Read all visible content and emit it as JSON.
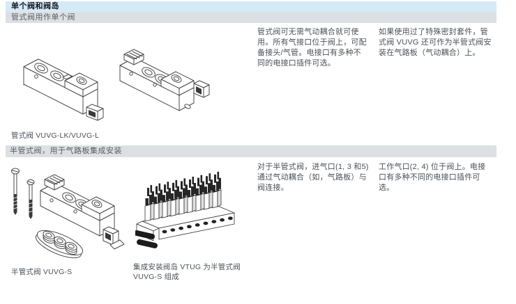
{
  "header": {
    "title": "单个阀和阀岛",
    "subtitle": "管式阀用作单个阀"
  },
  "section1": {
    "col1_lines": [
      "管式阀可无需气动耦合就可使",
      "用。所有气接口位于阀上，可配",
      "备接头/气管。电接口有多种不",
      "同的电接口插件可选。"
    ],
    "col2_lines": [
      "如果使用过了特殊密封套件，管",
      "式阀 VUVG 还可作为半管式阀安",
      "装在气路板（气动耦合）上。"
    ],
    "caption": "管式阀 VUVG-LK/VUVG-L"
  },
  "section2": {
    "header": "半管式阀，用于气路板集成安装",
    "col1_lines": [
      "对于半管式阀，进气口(1, 3 和5)",
      "通过气动耦合（如，气路板）与",
      "阀连接。"
    ],
    "col2_lines": [
      "工作气口(2, 4) 位于阀上。电接",
      "口有多种不同的电接口插件可",
      "选。"
    ],
    "caption_valve": "半管式阀 VUVG-S",
    "caption_manifold_lines": [
      "集成安装阀岛 VTUG 为半管式阀",
      "VUVG-S 组成"
    ]
  },
  "colors": {
    "header_bar": "#d5eaf7",
    "subheader_bar": "#dce0e4",
    "heading_text": "#15151d",
    "body_text": "#4c5157",
    "drawing_stroke": "#4a4a4a"
  }
}
